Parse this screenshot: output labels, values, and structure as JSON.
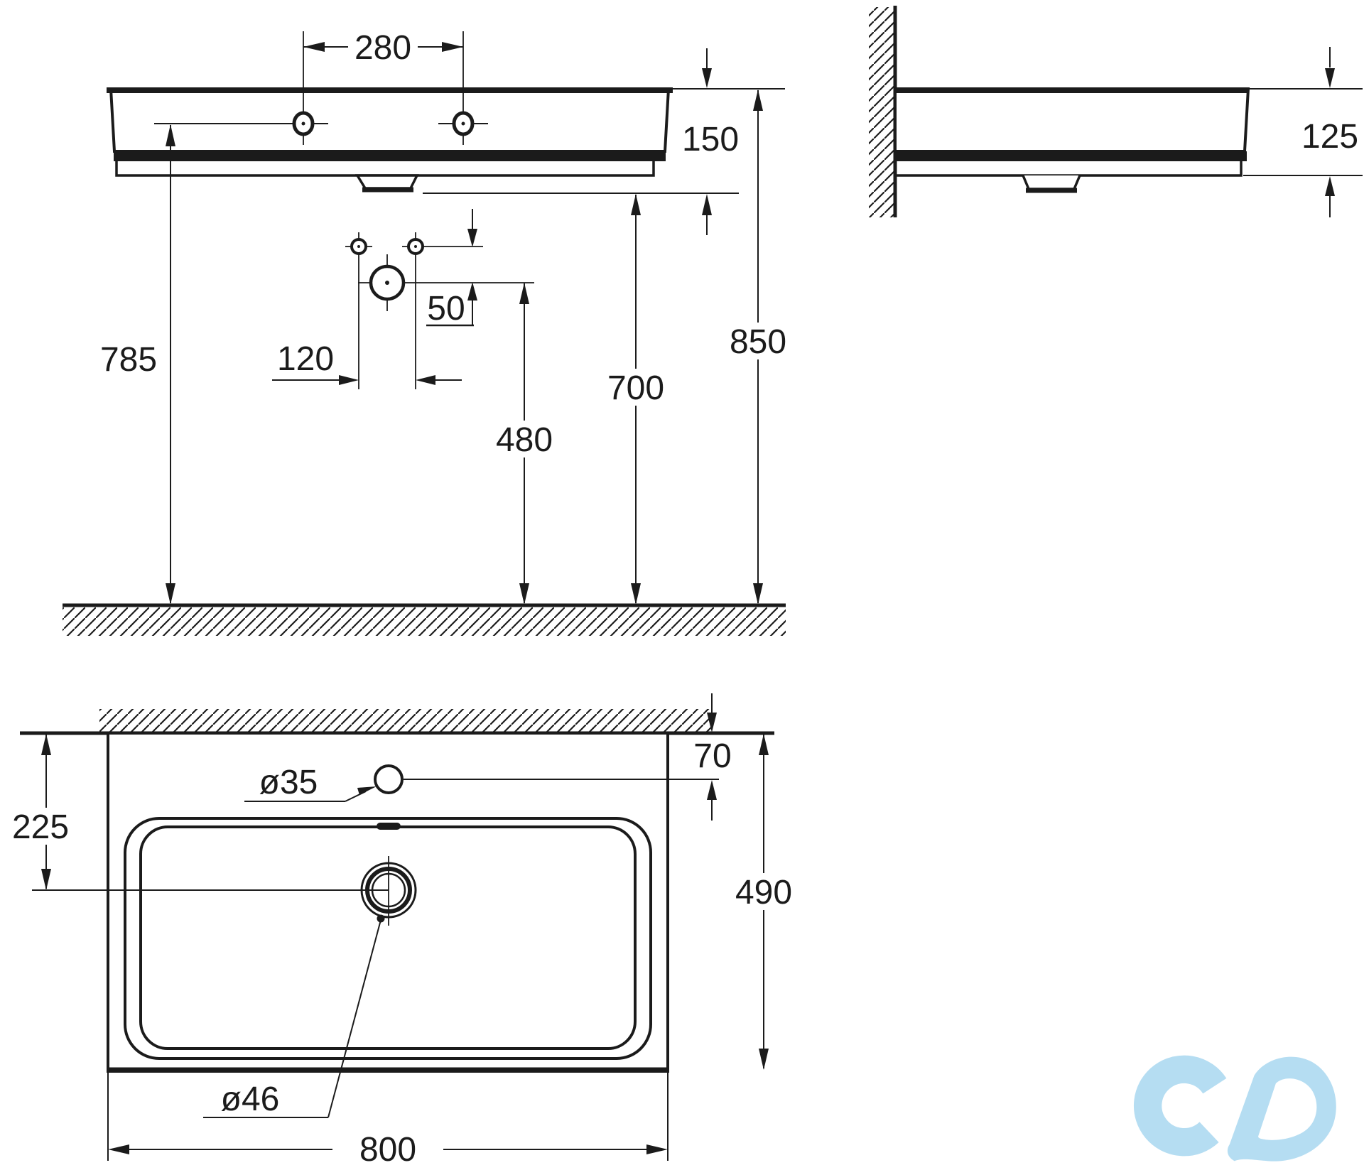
{
  "colors": {
    "line": "#1b1b1b",
    "background": "#ffffff",
    "watermark": "#b5ddf2"
  },
  "views": {
    "front": {
      "labels": {
        "faucet_spacing": "280",
        "rim_height": "150",
        "faucet_line_height": "785",
        "anchor_spacing": "120",
        "anchor_offset": "50",
        "drain_height": "480",
        "underside_height": "700",
        "total_height": "850"
      }
    },
    "side": {
      "labels": {
        "body_depth": "125"
      }
    },
    "plan": {
      "labels": {
        "faucet_offset": "70",
        "drain_offset": "225",
        "basin_depth": "490",
        "basin_width": "800",
        "faucet_hole_diameter": "ø35",
        "drain_hole_diameter": "ø46"
      }
    }
  },
  "watermark": {
    "icon": "infinity-co-logo",
    "color": "#b5ddf2"
  }
}
